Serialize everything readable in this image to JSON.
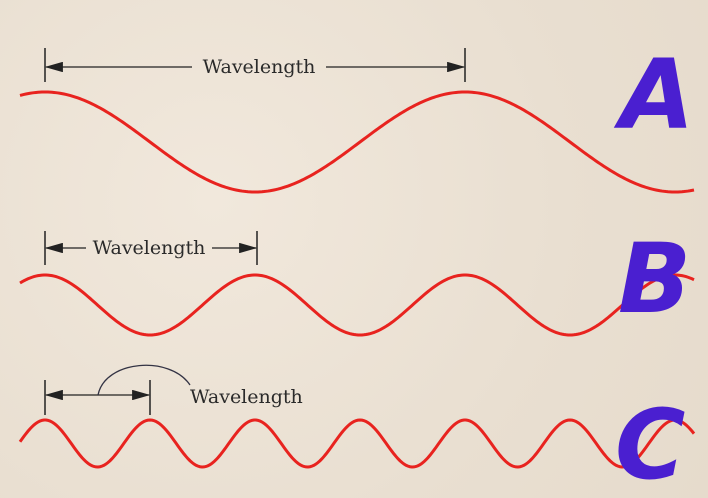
{
  "waves": [
    {
      "id": "A",
      "letter": "A",
      "label": "Wavelength",
      "relative_wavelength": 4
    },
    {
      "id": "B",
      "letter": "B",
      "label": "Wavelength",
      "relative_wavelength": 2
    },
    {
      "id": "C",
      "letter": "C",
      "label": "Wavelength",
      "relative_wavelength": 1
    }
  ],
  "colors": {
    "wave": "#e8231f",
    "letter": "#4a1fd0",
    "dimension": "#222222",
    "background": "#ede3d6"
  }
}
